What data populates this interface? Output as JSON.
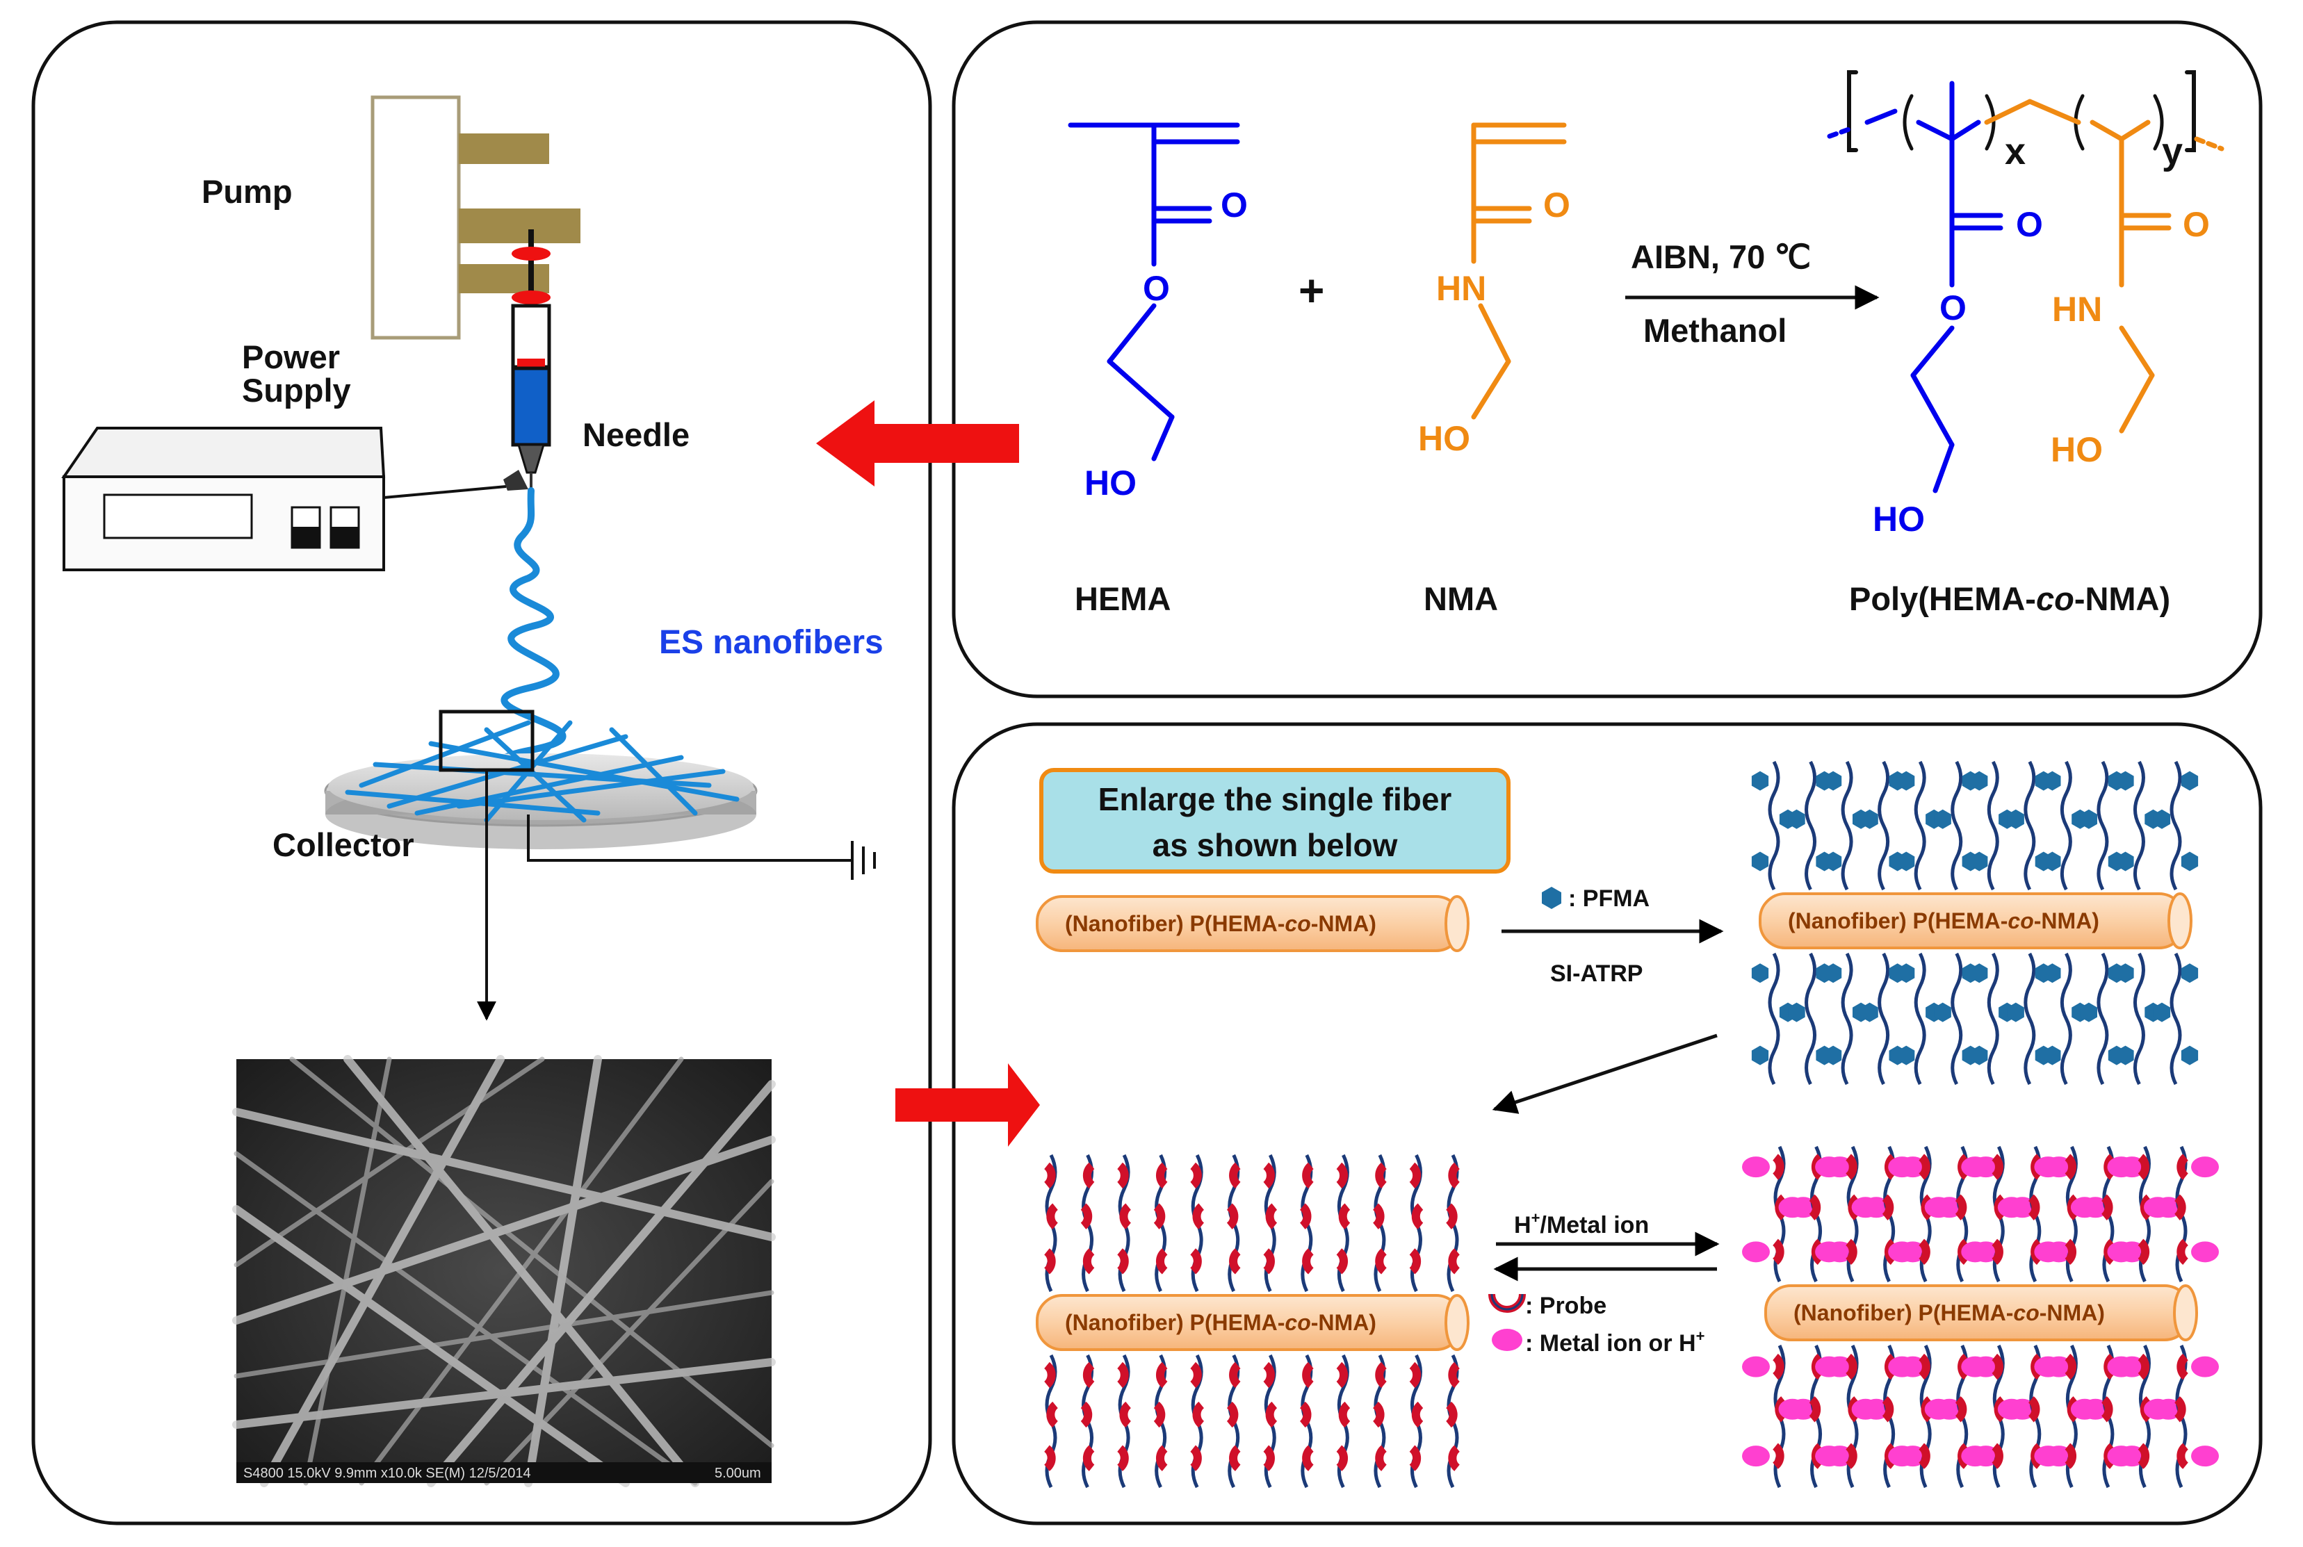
{
  "left_panel": {
    "pump_label": "Pump",
    "power_supply_label_line1": "Power",
    "power_supply_label_line2": "Supply",
    "needle_label": "Needle",
    "nanofibers_label": "ES nanofibers",
    "collector_label": "Collector",
    "sem_caption_left": "S4800 15.0kV 9.9mm x10.0k SE(M) 12/5/2014",
    "sem_caption_right": "5.00um"
  },
  "synthesis": {
    "hema_label": "HEMA",
    "nma_label": "NMA",
    "product_label_pre": "Poly(HEMA-",
    "product_label_ital": "co",
    "product_label_post": "-NMA)",
    "condition_line1": "AIBN, 70 ℃",
    "condition_line2": "Methanol",
    "plus": "+",
    "atom_O": "O",
    "atom_HN": "HN",
    "atom_HO": "HO",
    "sub_x": "x",
    "sub_y": "y"
  },
  "process": {
    "enlarge_line1": "Enlarge the single fiber",
    "enlarge_line2": "as shown below",
    "fiber_pre": "(Nanofiber) P(HEMA-",
    "fiber_ital": "co",
    "fiber_post": "-NMA)",
    "pfma_legend": ": PFMA",
    "si_atrp": "SI-ATRP",
    "h_metal_pre": "H",
    "h_metal_sup": "+",
    "h_metal_post": "/Metal ion",
    "probe_legend": ": Probe",
    "metal_legend_pre": ": Metal ion or H",
    "metal_legend_sup": "+"
  },
  "colors": {
    "hema_blue": "#0000ee",
    "nma_orange": "#f08a12",
    "arrow_red": "#ee1111",
    "fiber_fill": "#fbd5b0",
    "fiber_border": "#f0963c",
    "enlarge_box_fill": "#a9e0e8",
    "pfma_hexagon": "#1f6fa4",
    "probe_red": "#d0102a",
    "metal_magenta": "#ff40d0",
    "chain_navy": "#1b3a78"
  }
}
